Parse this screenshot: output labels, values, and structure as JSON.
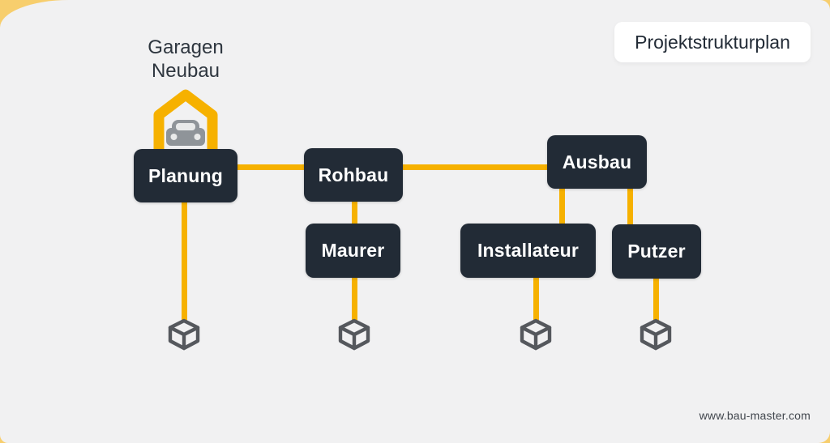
{
  "header": {
    "plan_badge_label": "Projektstrukturplan"
  },
  "project": {
    "name_line1": "Garagen",
    "name_line2": "Neubau"
  },
  "nodes": {
    "planung": "Planung",
    "rohbau": "Rohbau",
    "ausbau": "Ausbau",
    "maurer": "Maurer",
    "installateur": "Installateur",
    "putzer": "Putzer"
  },
  "footer": {
    "website": "www.bau-master.com"
  },
  "icons": {
    "garage": "garage-icon",
    "work_package": "cube-icon"
  },
  "colors": {
    "accent_yellow": "#F6B100",
    "border_yellow": "#F7CE6D",
    "node_dark": "#222B36",
    "canvas_gray": "#F1F1F2",
    "icon_gray": "#55585D",
    "car_gray": "#8F9499",
    "text_dark": "#2E363F"
  }
}
